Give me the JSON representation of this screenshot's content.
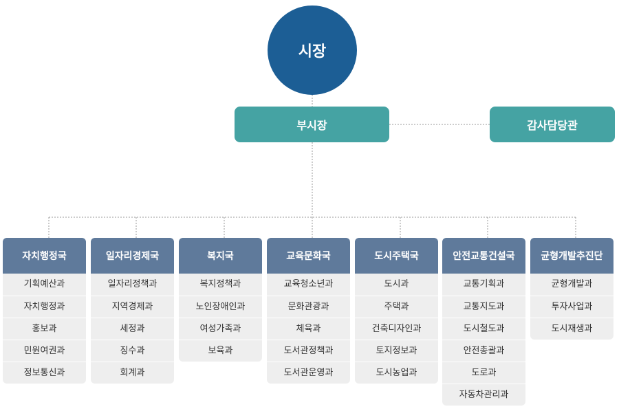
{
  "top": {
    "label": "시장"
  },
  "vice": {
    "label": "부시장"
  },
  "audit": {
    "label": "감사담당관"
  },
  "departments": [
    {
      "name": "자치행정국",
      "divisions": [
        "기획예산과",
        "자치행정과",
        "홍보과",
        "민원여권과",
        "정보통신과"
      ]
    },
    {
      "name": "일자리경제국",
      "divisions": [
        "일자리정책과",
        "지역경제과",
        "세정과",
        "징수과",
        "회계과"
      ]
    },
    {
      "name": "복지국",
      "divisions": [
        "복지정책과",
        "노인장애인과",
        "여성가족과",
        "보육과"
      ]
    },
    {
      "name": "교육문화국",
      "divisions": [
        "교육청소년과",
        "문화관광과",
        "체육과",
        "도서관정책과",
        "도서관운영과"
      ]
    },
    {
      "name": "도시주택국",
      "divisions": [
        "도시과",
        "주택과",
        "건축디자인과",
        "토지정보과",
        "도시농업과"
      ]
    },
    {
      "name": "안전교통건설국",
      "divisions": [
        "교통기획과",
        "교통지도과",
        "도시철도과",
        "안전총괄과",
        "도로과",
        "자동차관리과"
      ]
    },
    {
      "name": "균형개발추진단",
      "divisions": [
        "균형개발과",
        "투자사업과",
        "도시재생과"
      ]
    }
  ]
}
